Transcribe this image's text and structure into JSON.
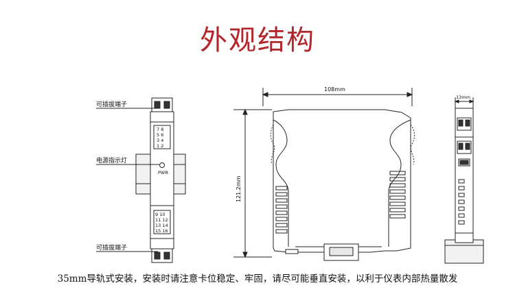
{
  "title": "外观结构",
  "labels": {
    "top_terminal": "可插拔端子",
    "power_led": "电源指示灯",
    "bottom_terminal": "可插拔端子",
    "pwr": "PWR"
  },
  "terminals_top": {
    "row1": "7  8",
    "row2": "5  6",
    "row3": "3  4",
    "row4": "1  2"
  },
  "terminals_bottom": {
    "row1": "9   10",
    "row2": "11  12",
    "row3": "13  14",
    "row4": "15  16"
  },
  "dimensions": {
    "width": "108mm",
    "height": "121.2mm",
    "depth": "13mm"
  },
  "caption": "35mm导轨式安装，安装时请注意卡位稳定、牢固，请尽可能垂直安装，以利于仪表内部热量散发"
}
